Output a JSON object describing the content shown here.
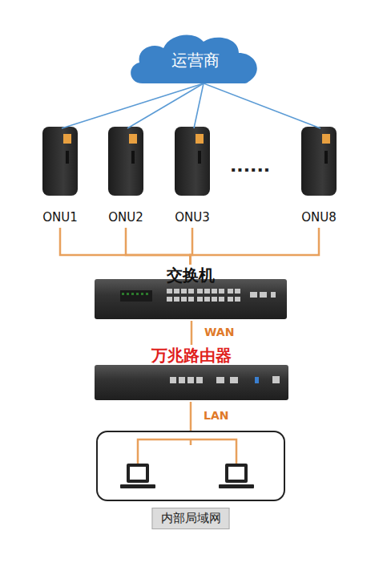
{
  "diagram": {
    "nodes": [
      {
        "text": [
          "运营商"
        ]
      },
      {
        "text": [
          "ONU1"
        ]
      },
      {
        "text": [
          "ONU2"
        ]
      },
      {
        "text": [
          "ONU3"
        ]
      },
      {
        "text": [
          "ONU8"
        ]
      },
      {
        "text": [
          "交换机"
        ]
      },
      {
        "text": [
          "万兆路由器"
        ]
      },
      {
        "text": [
          "内部局域网"
        ]
      }
    ],
    "edges": [
      {
        "from": 0,
        "to": 1,
        "arrow": "none"
      },
      {
        "from": 0,
        "to": 2,
        "arrow": "none"
      },
      {
        "from": 0,
        "to": 3,
        "arrow": "none"
      },
      {
        "from": 0,
        "to": 4,
        "arrow": "none"
      },
      {
        "from": 1,
        "to": 5,
        "arrow": "none"
      },
      {
        "from": 2,
        "to": 5,
        "arrow": "none"
      },
      {
        "from": 3,
        "to": 5,
        "arrow": "none"
      },
      {
        "from": 4,
        "to": 5,
        "arrow": "none"
      },
      {
        "from": 5,
        "to": 6,
        "label": "WAN",
        "arrow": "none"
      },
      {
        "from": 6,
        "to": 7,
        "label": "LAN",
        "arrow": "none"
      }
    ],
    "labels": [
      "......"
    ]
  }
}
